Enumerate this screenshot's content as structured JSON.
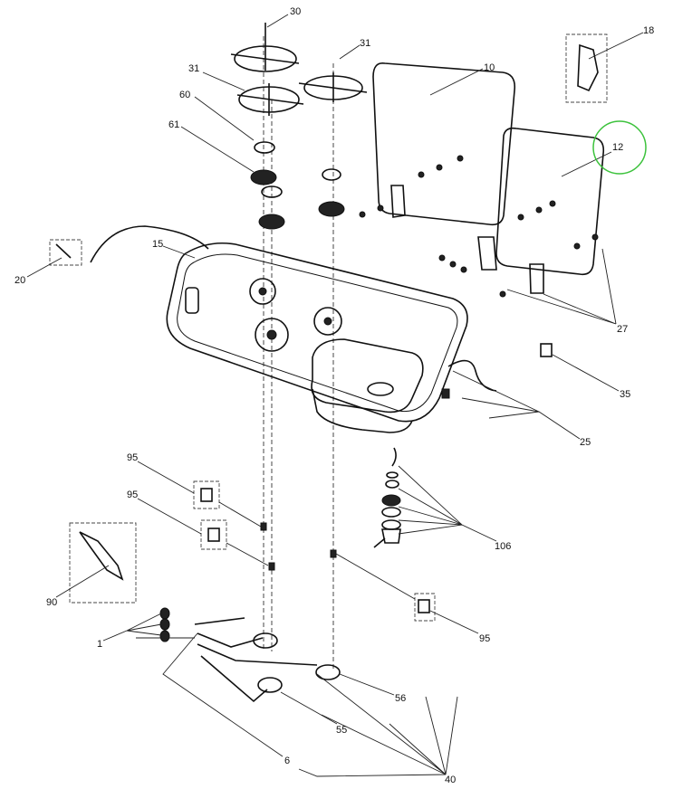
{
  "diagram": {
    "title": "Hob and sink exploded parts diagram",
    "highlight_color": "#3cc23c",
    "highlighted_part": "12",
    "labels": {
      "p30": "30",
      "p31a": "31",
      "p31b": "31",
      "p60": "60",
      "p61": "61",
      "p10": "10",
      "p18": "18",
      "p12": "12",
      "p15": "15",
      "p20": "20",
      "p27": "27",
      "p35": "35",
      "p25": "25",
      "p95a": "95",
      "p95b": "95",
      "p95c": "95",
      "p106": "106",
      "p90": "90",
      "p1": "1",
      "p56": "56",
      "p55": "55",
      "p6": "6",
      "p40": "40"
    }
  }
}
